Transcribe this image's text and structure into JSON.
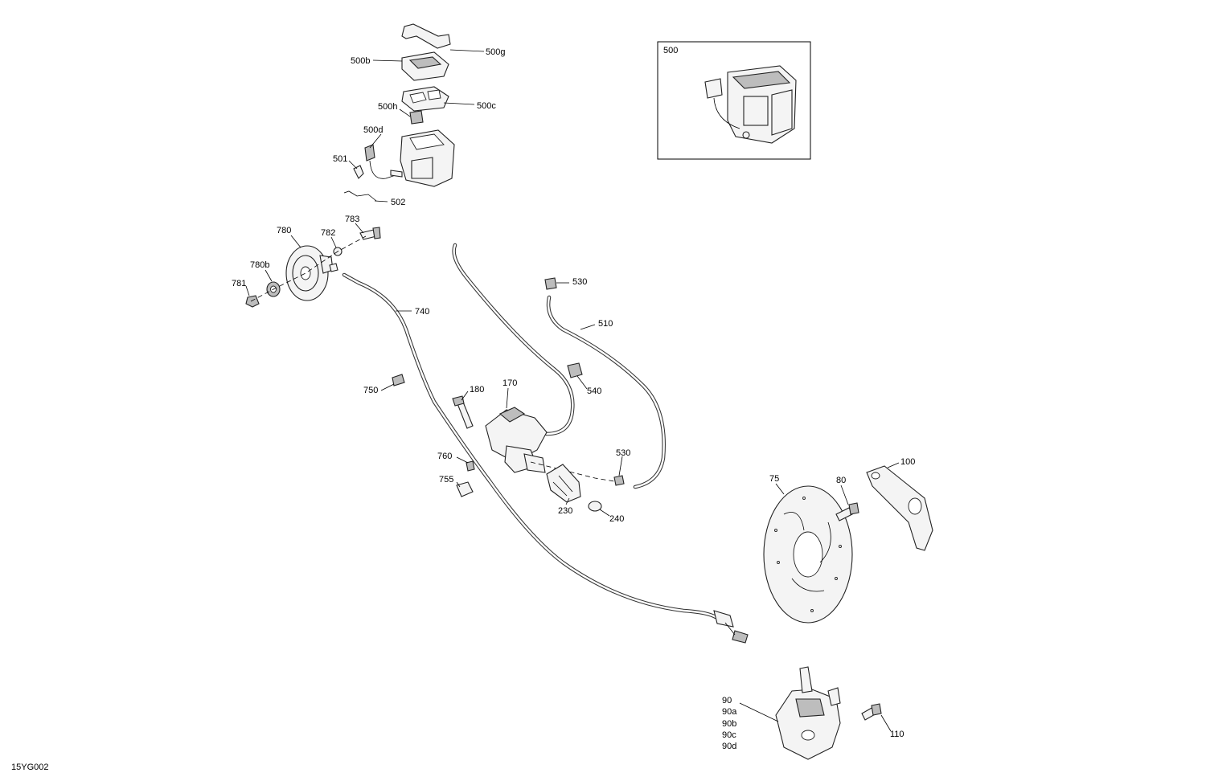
{
  "diagram_code": "15YG002",
  "inset": {
    "label": "500"
  },
  "labels": {
    "l500g": "500g",
    "l500b": "500b",
    "l500c": "500c",
    "l500h": "500h",
    "l500d": "500d",
    "l501": "501",
    "l502": "502",
    "l783": "783",
    "l780": "780",
    "l782": "782",
    "l780b": "780b",
    "l781": "781",
    "l740": "740",
    "l750": "750",
    "l530a": "530",
    "l510": "510",
    "l540": "540",
    "l180": "180",
    "l170": "170",
    "l530b": "530",
    "l760": "760",
    "l755": "755",
    "l230": "230",
    "l240": "240",
    "l75": "75",
    "l80": "80",
    "l100": "100",
    "l90": "90",
    "l90a": "90a",
    "l90b": "90b",
    "l90c": "90c",
    "l90d": "90d",
    "l110": "110"
  }
}
